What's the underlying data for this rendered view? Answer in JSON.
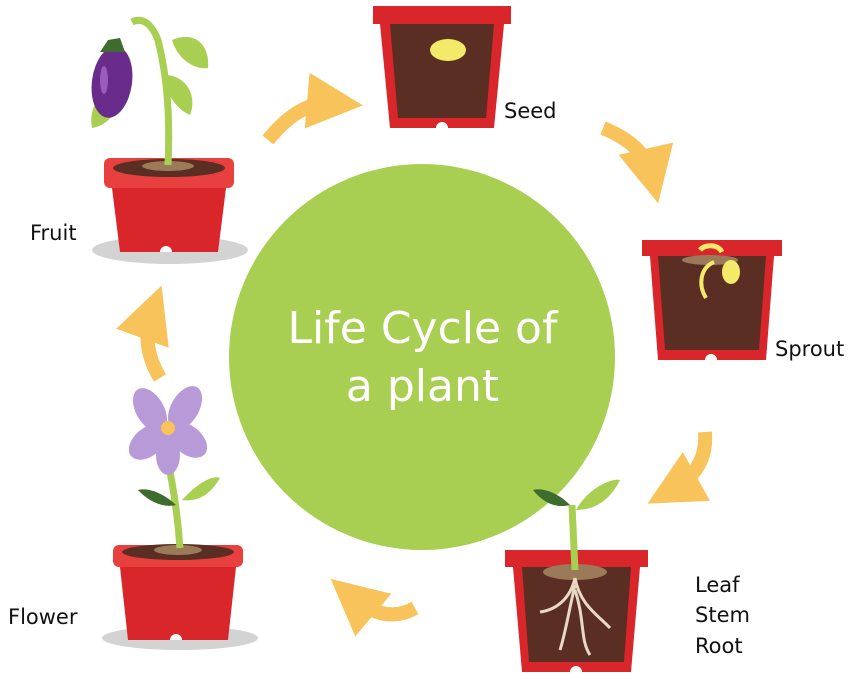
{
  "title": {
    "line1": "Life Cycle of",
    "line2": "a plant"
  },
  "stages": {
    "seed": "Seed",
    "sprout": "Sprout",
    "leaf": "Leaf",
    "stem": "Stem",
    "root": "Root",
    "flower": "Flower",
    "fruit": "Fruit"
  },
  "colors": {
    "circle": "#a8cf52",
    "pot_red": "#d8262b",
    "soil": "#5a2e22",
    "arrow": "#f7c35a",
    "leaf_green": "#a8cf52",
    "eggplant": "#6a2c8a",
    "flower_petal": "#b89ad8"
  }
}
